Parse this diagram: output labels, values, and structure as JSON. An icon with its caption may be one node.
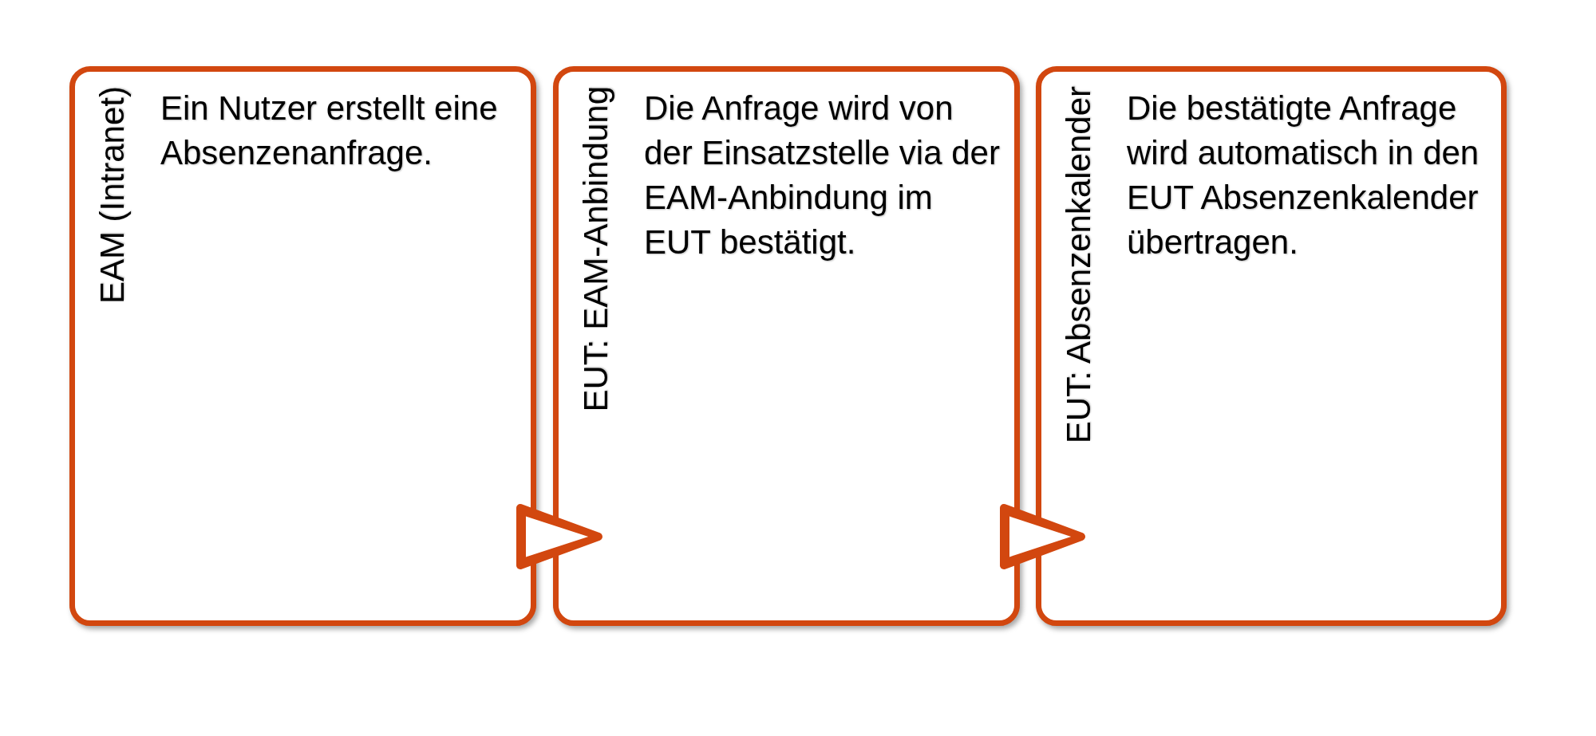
{
  "diagram": {
    "nodes": [
      {
        "text": [
          "EAM (Intranet)",
          "Ein Nutzer erstellt eine Absenzenanfrage."
        ]
      },
      {
        "text": [
          "EUT: EAM-Anbindung",
          "Die Anfrage wird von der Einsatzstelle via der EAM-Anbindung im EUT bestätigt."
        ]
      },
      {
        "text": [
          "EUT: Absenzenkalender",
          "Die bestätigte Anfrage wird automatisch in den EUT Absenzenkalender übertragen."
        ]
      }
    ],
    "edges": [
      {
        "from": 0,
        "to": 1,
        "arrow": "to"
      },
      {
        "from": 1,
        "to": 2,
        "arrow": "to"
      }
    ]
  }
}
